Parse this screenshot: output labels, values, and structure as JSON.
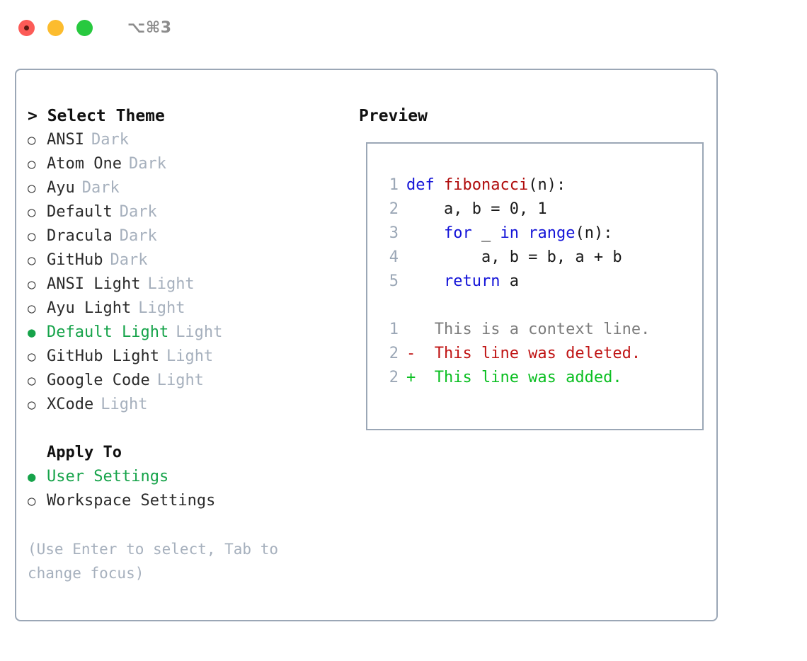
{
  "window": {
    "title": "⌥⌘3",
    "traffic_lights": [
      "close",
      "minimize",
      "maximize"
    ],
    "colors": {
      "close": "#fc5b57",
      "minimize": "#fcbc2e",
      "maximize": "#28c93f",
      "border": "#9ba7b6",
      "accent_green": "#16a34a",
      "muted": "#a6b0bd"
    }
  },
  "theme_section": {
    "header": "> Select Theme",
    "options": [
      {
        "bullet": "○",
        "label": "ANSI",
        "tag": "Dark",
        "selected": false
      },
      {
        "bullet": "○",
        "label": "Atom One",
        "tag": "Dark",
        "selected": false
      },
      {
        "bullet": "○",
        "label": "Ayu",
        "tag": "Dark",
        "selected": false
      },
      {
        "bullet": "○",
        "label": "Default",
        "tag": "Dark",
        "selected": false
      },
      {
        "bullet": "○",
        "label": "Dracula",
        "tag": "Dark",
        "selected": false
      },
      {
        "bullet": "○",
        "label": "GitHub",
        "tag": "Dark",
        "selected": false
      },
      {
        "bullet": "○",
        "label": "ANSI Light",
        "tag": "Light",
        "selected": false
      },
      {
        "bullet": "○",
        "label": "Ayu Light",
        "tag": "Light",
        "selected": false
      },
      {
        "bullet": "●",
        "label": "Default Light",
        "tag": "Light",
        "selected": true
      },
      {
        "bullet": "○",
        "label": "GitHub Light",
        "tag": "Light",
        "selected": false
      },
      {
        "bullet": "○",
        "label": "Google Code",
        "tag": "Light",
        "selected": false
      },
      {
        "bullet": "○",
        "label": "XCode",
        "tag": "Light",
        "selected": false
      }
    ]
  },
  "apply_section": {
    "header": "Apply To",
    "options": [
      {
        "bullet": "●",
        "label": "User Settings",
        "selected": true
      },
      {
        "bullet": "○",
        "label": "Workspace Settings",
        "selected": false
      }
    ]
  },
  "hint": "(Use Enter to select, Tab to change focus)",
  "preview": {
    "title": "Preview",
    "code_lines": [
      {
        "no": "1",
        "segments": [
          {
            "t": "def ",
            "c": "kw"
          },
          {
            "t": "fibonacci",
            "c": "fn"
          },
          {
            "t": "(n):",
            "c": "pl"
          }
        ]
      },
      {
        "no": "2",
        "segments": [
          {
            "t": "    a, b = 0, 1",
            "c": "pl"
          }
        ]
      },
      {
        "no": "3",
        "segments": [
          {
            "t": "    ",
            "c": "pl"
          },
          {
            "t": "for",
            "c": "kw"
          },
          {
            "t": " _ ",
            "c": "pl"
          },
          {
            "t": "in",
            "c": "kw"
          },
          {
            "t": " ",
            "c": "pl"
          },
          {
            "t": "range",
            "c": "kw"
          },
          {
            "t": "(n):",
            "c": "pl"
          }
        ]
      },
      {
        "no": "4",
        "segments": [
          {
            "t": "        a, b = b, a + b",
            "c": "pl"
          }
        ]
      },
      {
        "no": "5",
        "segments": [
          {
            "t": "    ",
            "c": "pl"
          },
          {
            "t": "return",
            "c": "kw"
          },
          {
            "t": " a",
            "c": "pl"
          }
        ]
      }
    ],
    "diff_lines": [
      {
        "no": "1",
        "mark": " ",
        "text": " This is a context line.",
        "kind": "ctx"
      },
      {
        "no": "2",
        "mark": "-",
        "text": " This line was deleted.",
        "kind": "del"
      },
      {
        "no": "2",
        "mark": "+",
        "text": " This line was added.",
        "kind": "add"
      }
    ]
  }
}
